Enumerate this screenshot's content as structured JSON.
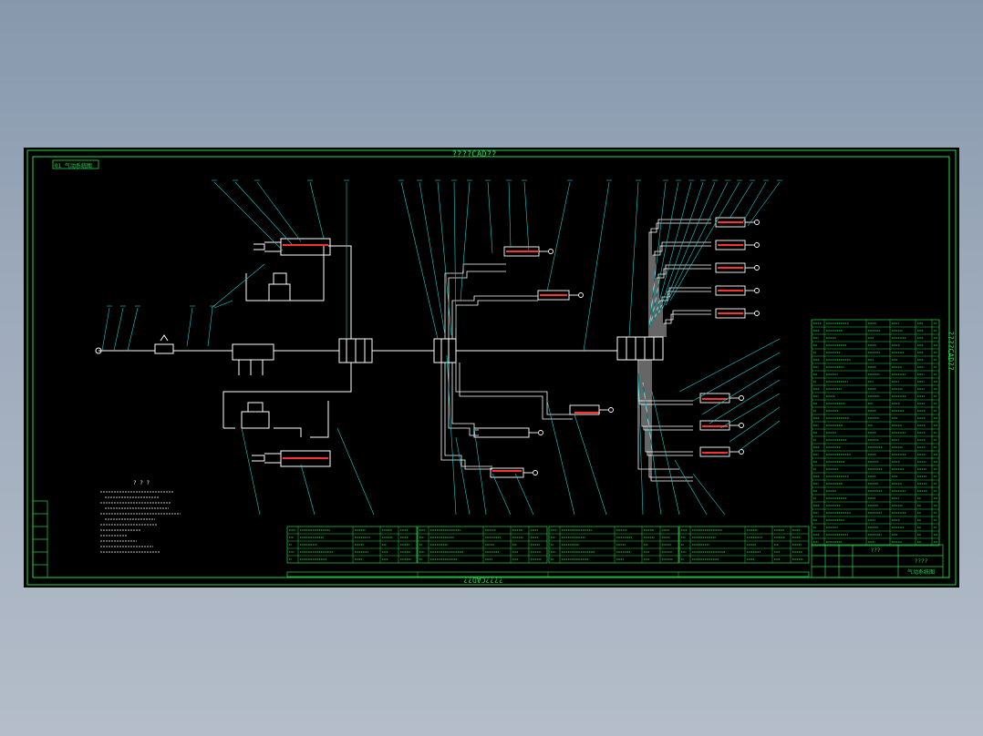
{
  "drawing": {
    "top_title": "????CAD??",
    "bottom_title": "????CAD??",
    "side_title": "????CAD??",
    "corner_tag": "01 气动系统图",
    "notes_heading": "?  ?  ?",
    "title_block": {
      "label_a": "???",
      "label_b": "????",
      "drawing_name": "气动系统图"
    }
  },
  "colors": {
    "frame": "#22d84a",
    "line": "#ffffff",
    "leader": "#1ad0d0",
    "component": "#ff3030",
    "paper": "#000000"
  }
}
